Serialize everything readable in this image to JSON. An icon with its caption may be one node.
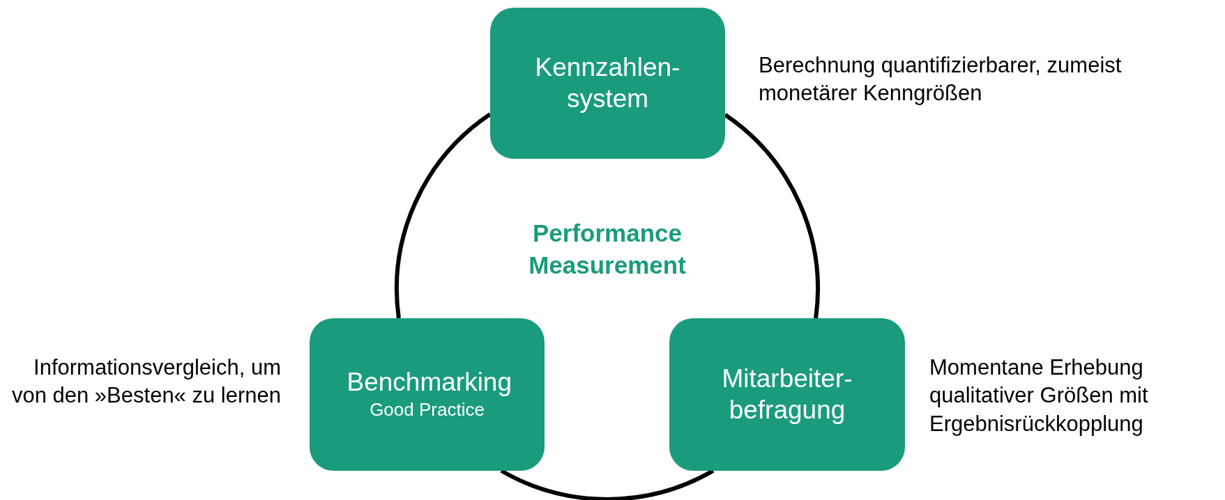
{
  "diagram": {
    "title": "Performance Measurement",
    "nodes": [
      {
        "text": [
          "Kennzahlen- system"
        ],
        "beside": [
          "Berechnung quantifizierbarer, zumeist monetärer Kenngrößen"
        ]
      },
      {
        "text": [
          "Benchmarking",
          "Good Practice"
        ],
        "beside": [
          "Informationsvergleich, um von den »Besten« zu lernen"
        ]
      },
      {
        "text": [
          "Mitarbeiter- befragung"
        ],
        "beside": [
          "Momentane Erhebung qualitativer Größen mit Ergebnisrückkopplung"
        ]
      }
    ],
    "edges": [
      {
        "from": 0,
        "to": 2,
        "arrow": "none"
      },
      {
        "from": 2,
        "to": 1,
        "arrow": "none"
      },
      {
        "from": 1,
        "to": 0,
        "arrow": "none"
      }
    ]
  }
}
